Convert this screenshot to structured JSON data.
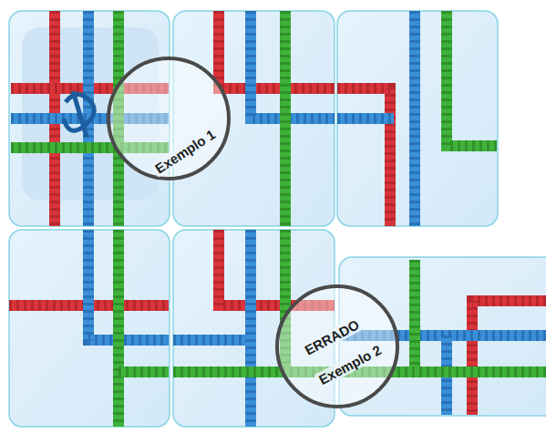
{
  "diagram": {
    "nodes": [
      {
        "text": [
          "Exemplo 1"
        ]
      },
      {
        "text": [
          "ERRADO",
          "Exemplo 2"
        ]
      }
    ]
  }
}
